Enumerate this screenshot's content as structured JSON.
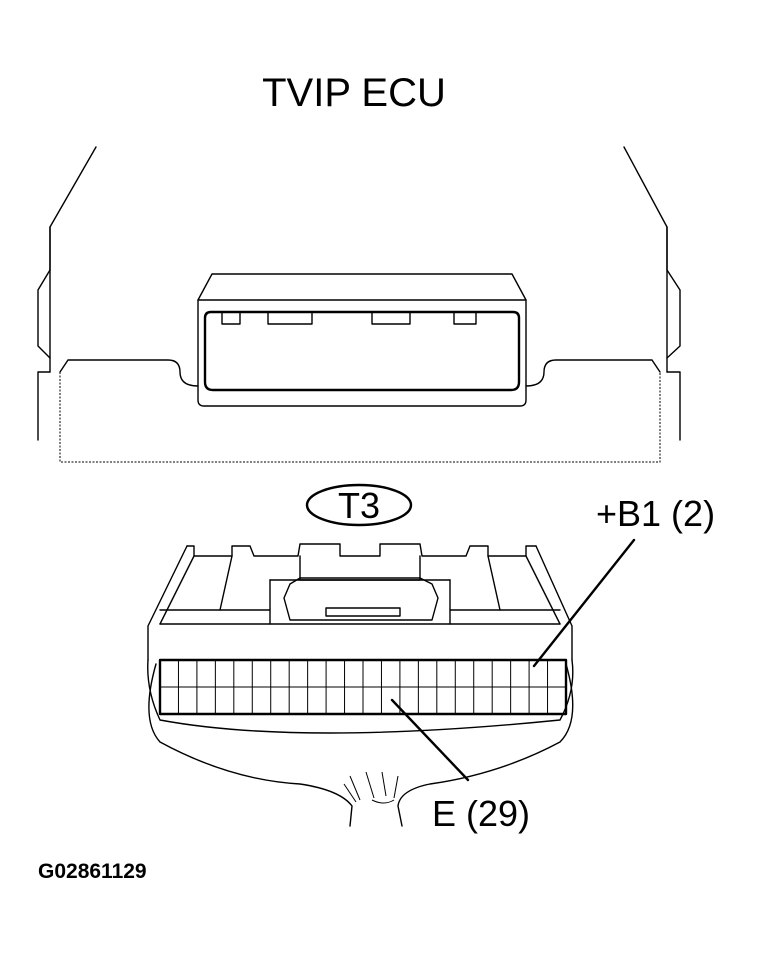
{
  "title": "TVIP ECU",
  "connector_label": "T3",
  "callouts": {
    "b1": "+B1 (2)",
    "e": "E (29)"
  },
  "figure_id": "G02861129",
  "colors": {
    "line": "#000000",
    "background": "#ffffff"
  }
}
